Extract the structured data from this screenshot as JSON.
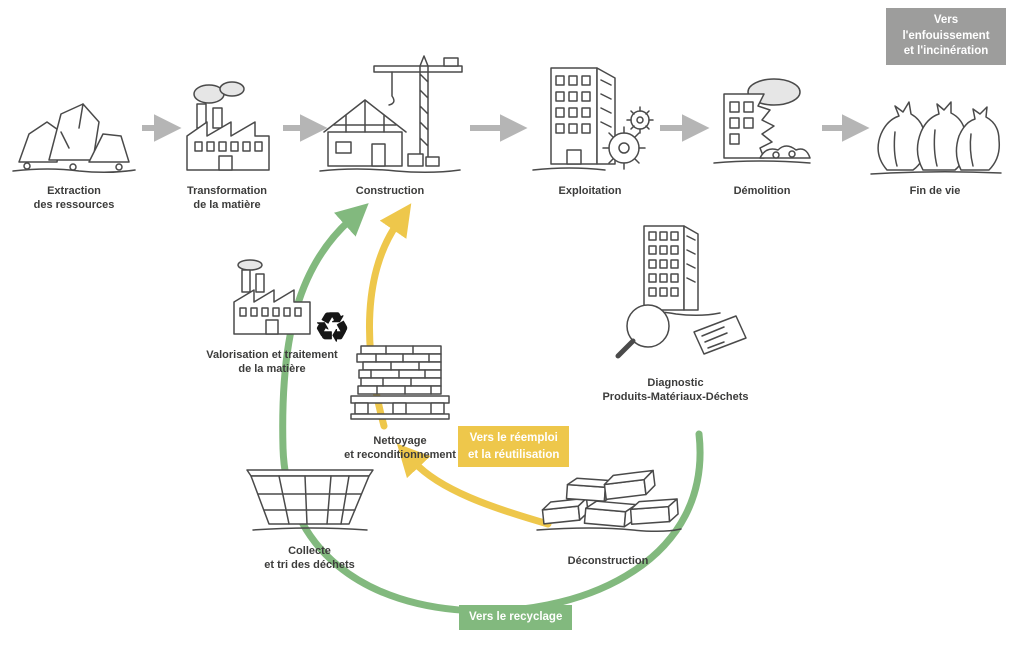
{
  "top_flow": {
    "steps": [
      {
        "label": "Extraction\ndes ressources"
      },
      {
        "label": "Transformation\nde la matière"
      },
      {
        "label": "Construction"
      },
      {
        "label": "Exploitation"
      },
      {
        "label": "Démolition"
      },
      {
        "label": "Fin de vie"
      }
    ],
    "end_box": "Vers\nl'enfouissement\net l'incinération"
  },
  "cycle": {
    "nodes": [
      {
        "label": "Diagnostic\nProduits-Matériaux-Déchets"
      },
      {
        "label": "Déconstruction"
      },
      {
        "label": "Collecte\net tri des déchets"
      },
      {
        "label": "Valorisation et traitement\nde la matière"
      },
      {
        "label": "Nettoyage\net reconditionnement"
      }
    ],
    "reuse_badge": "Vers le réemploi\net la réutilisation",
    "recycle_badge": "Vers le recyclage",
    "recycle_glyph": "♻"
  },
  "colors": {
    "gray_arrow": "#b5b5b5",
    "gray_box": "#9d9d9c",
    "yellow": "#eec74b",
    "green": "#82b97e",
    "text": "#3c3c3b"
  }
}
